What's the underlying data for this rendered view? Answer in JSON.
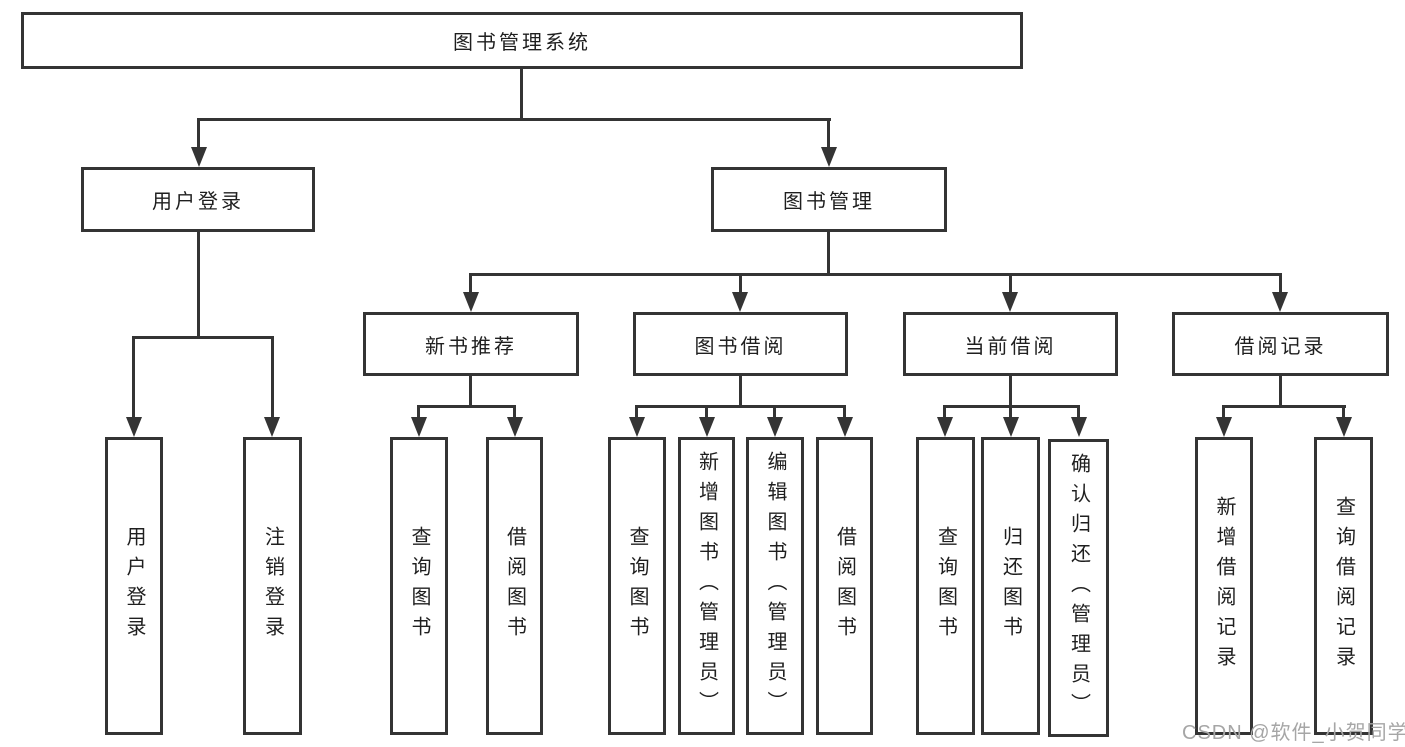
{
  "title": "图书管理系统",
  "watermark": "CSDN @软件_小贺同学",
  "colors": {
    "line": "#343434",
    "text": "#1f1f1f",
    "background": "#ffffff",
    "watermark": "#a6a6a6"
  },
  "tree": {
    "root": "图书管理系统",
    "children": [
      {
        "label": "用户登录",
        "children": [
          {
            "label": "用户登录"
          },
          {
            "label": "注销登录"
          }
        ]
      },
      {
        "label": "图书管理",
        "children": [
          {
            "label": "新书推荐",
            "children": [
              {
                "label": "查询图书"
              },
              {
                "label": "借阅图书"
              }
            ]
          },
          {
            "label": "图书借阅",
            "children": [
              {
                "label": "查询图书"
              },
              {
                "label": "新增图书（管理员）"
              },
              {
                "label": "编辑图书（管理员）"
              },
              {
                "label": "借阅图书"
              }
            ]
          },
          {
            "label": "当前借阅",
            "children": [
              {
                "label": "查询图书"
              },
              {
                "label": "归还图书"
              },
              {
                "label": "确认归还（管理员）"
              }
            ]
          },
          {
            "label": "借阅记录",
            "children": [
              {
                "label": "新增借阅记录"
              },
              {
                "label": "查询借阅记录"
              }
            ]
          }
        ]
      }
    ]
  }
}
